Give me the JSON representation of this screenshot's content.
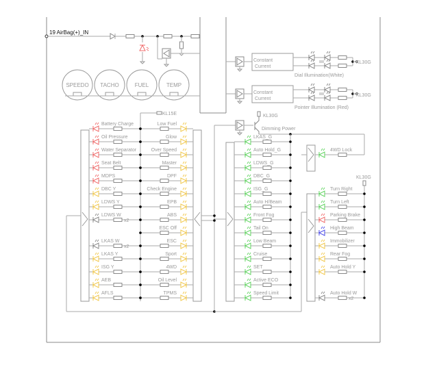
{
  "input_label": "19 AirBag(+)_IN",
  "gauges": [
    "SPEEDO",
    "TACHO",
    "FUEL",
    "TEMP"
  ],
  "constant_current_label": [
    "Constant",
    "Current"
  ],
  "dial_illumination": {
    "label": "Dial Illumination(White)",
    "supply": "KL30G"
  },
  "pointer_illumination": {
    "label": "Pointer Illumination (Red)",
    "supply": "KL30G"
  },
  "dimming": {
    "supply": "KL30G",
    "label": "Dimming Power"
  },
  "kl15e_label": "KL15E",
  "kl30g_right_label": "KL30G",
  "colors": {
    "red": "#f06a6a",
    "yellow": "#f2c84b",
    "green": "#5fd35f",
    "blue": "#4a4ae8",
    "white": "#888888"
  },
  "left_column": [
    {
      "label": "Battery Charge",
      "color": "red"
    },
    {
      "label": "Oil Pressure",
      "color": "red"
    },
    {
      "label": "Water Separator",
      "color": "red"
    },
    {
      "label": "Seat Belt",
      "color": "red"
    },
    {
      "label": "MDPS",
      "color": "red"
    },
    {
      "label": "DBC Y",
      "color": "yellow"
    },
    {
      "label": "LDWS Y",
      "color": "yellow"
    },
    {
      "label": "LDWS W",
      "color": "white",
      "note": "x2"
    },
    null,
    {
      "label": "LKAS W",
      "color": "white",
      "note": "x2"
    },
    {
      "label": "LKAS Y",
      "color": "yellow"
    },
    {
      "label": "ISG Y",
      "color": "yellow"
    },
    {
      "label": "AEB",
      "color": "yellow"
    },
    {
      "label": "AFLS",
      "color": "yellow"
    }
  ],
  "right_of_left_column": [
    {
      "label": "Low Fuel",
      "color": "yellow"
    },
    {
      "label": "Glow",
      "color": "yellow"
    },
    {
      "label": "Over Speed",
      "color": "yellow"
    },
    {
      "label": "Master",
      "color": "yellow"
    },
    {
      "label": "DPF",
      "color": "yellow"
    },
    {
      "label": "Check Engine",
      "color": "yellow"
    },
    {
      "label": "EPB",
      "color": "yellow"
    },
    {
      "label": "ABS",
      "color": "yellow"
    },
    {
      "label": "ESC Off",
      "color": "yellow"
    },
    {
      "label": "ESC",
      "color": "yellow"
    },
    {
      "label": "Sport",
      "color": "yellow"
    },
    {
      "label": "4WD",
      "color": "yellow"
    },
    {
      "label": "Oil Level",
      "color": "yellow"
    },
    {
      "label": "TPMS",
      "color": "yellow"
    }
  ],
  "middle_column": [
    {
      "label": "LKAS_G",
      "color": "green"
    },
    {
      "label": "Auto Hold_G",
      "color": "green"
    },
    {
      "label": "LDWS_G",
      "color": "green"
    },
    {
      "label": "DBC_G",
      "color": "green"
    },
    {
      "label": "ISG_G",
      "color": "green"
    },
    {
      "label": "Auto H/Beam",
      "color": "green"
    },
    {
      "label": "Front Fog",
      "color": "green"
    },
    {
      "label": "Tail On",
      "color": "green"
    },
    {
      "label": "Low Beam",
      "color": "green"
    },
    {
      "label": "Cruise",
      "color": "green"
    },
    {
      "label": "SET",
      "color": "green"
    },
    {
      "label": "Active ECO",
      "color": "green"
    },
    {
      "label": "Speed Limit",
      "color": "green"
    }
  ],
  "four_wd_lock": {
    "label": "4WD Lock",
    "color": "green"
  },
  "right_column": [
    {
      "label": "Turn Right",
      "color": "green"
    },
    {
      "label": "Turn Left",
      "color": "green"
    },
    {
      "label": "Parking Brake",
      "color": "red"
    },
    {
      "label": "High Beam",
      "color": "blue"
    },
    {
      "label": "Immobilizer",
      "color": "yellow"
    },
    {
      "label": "Rear Fog",
      "color": "yellow"
    },
    {
      "label": "Auto Hold Y",
      "color": "yellow"
    },
    null,
    {
      "label": "Auto Hold W",
      "color": "white",
      "note": "x2"
    }
  ]
}
